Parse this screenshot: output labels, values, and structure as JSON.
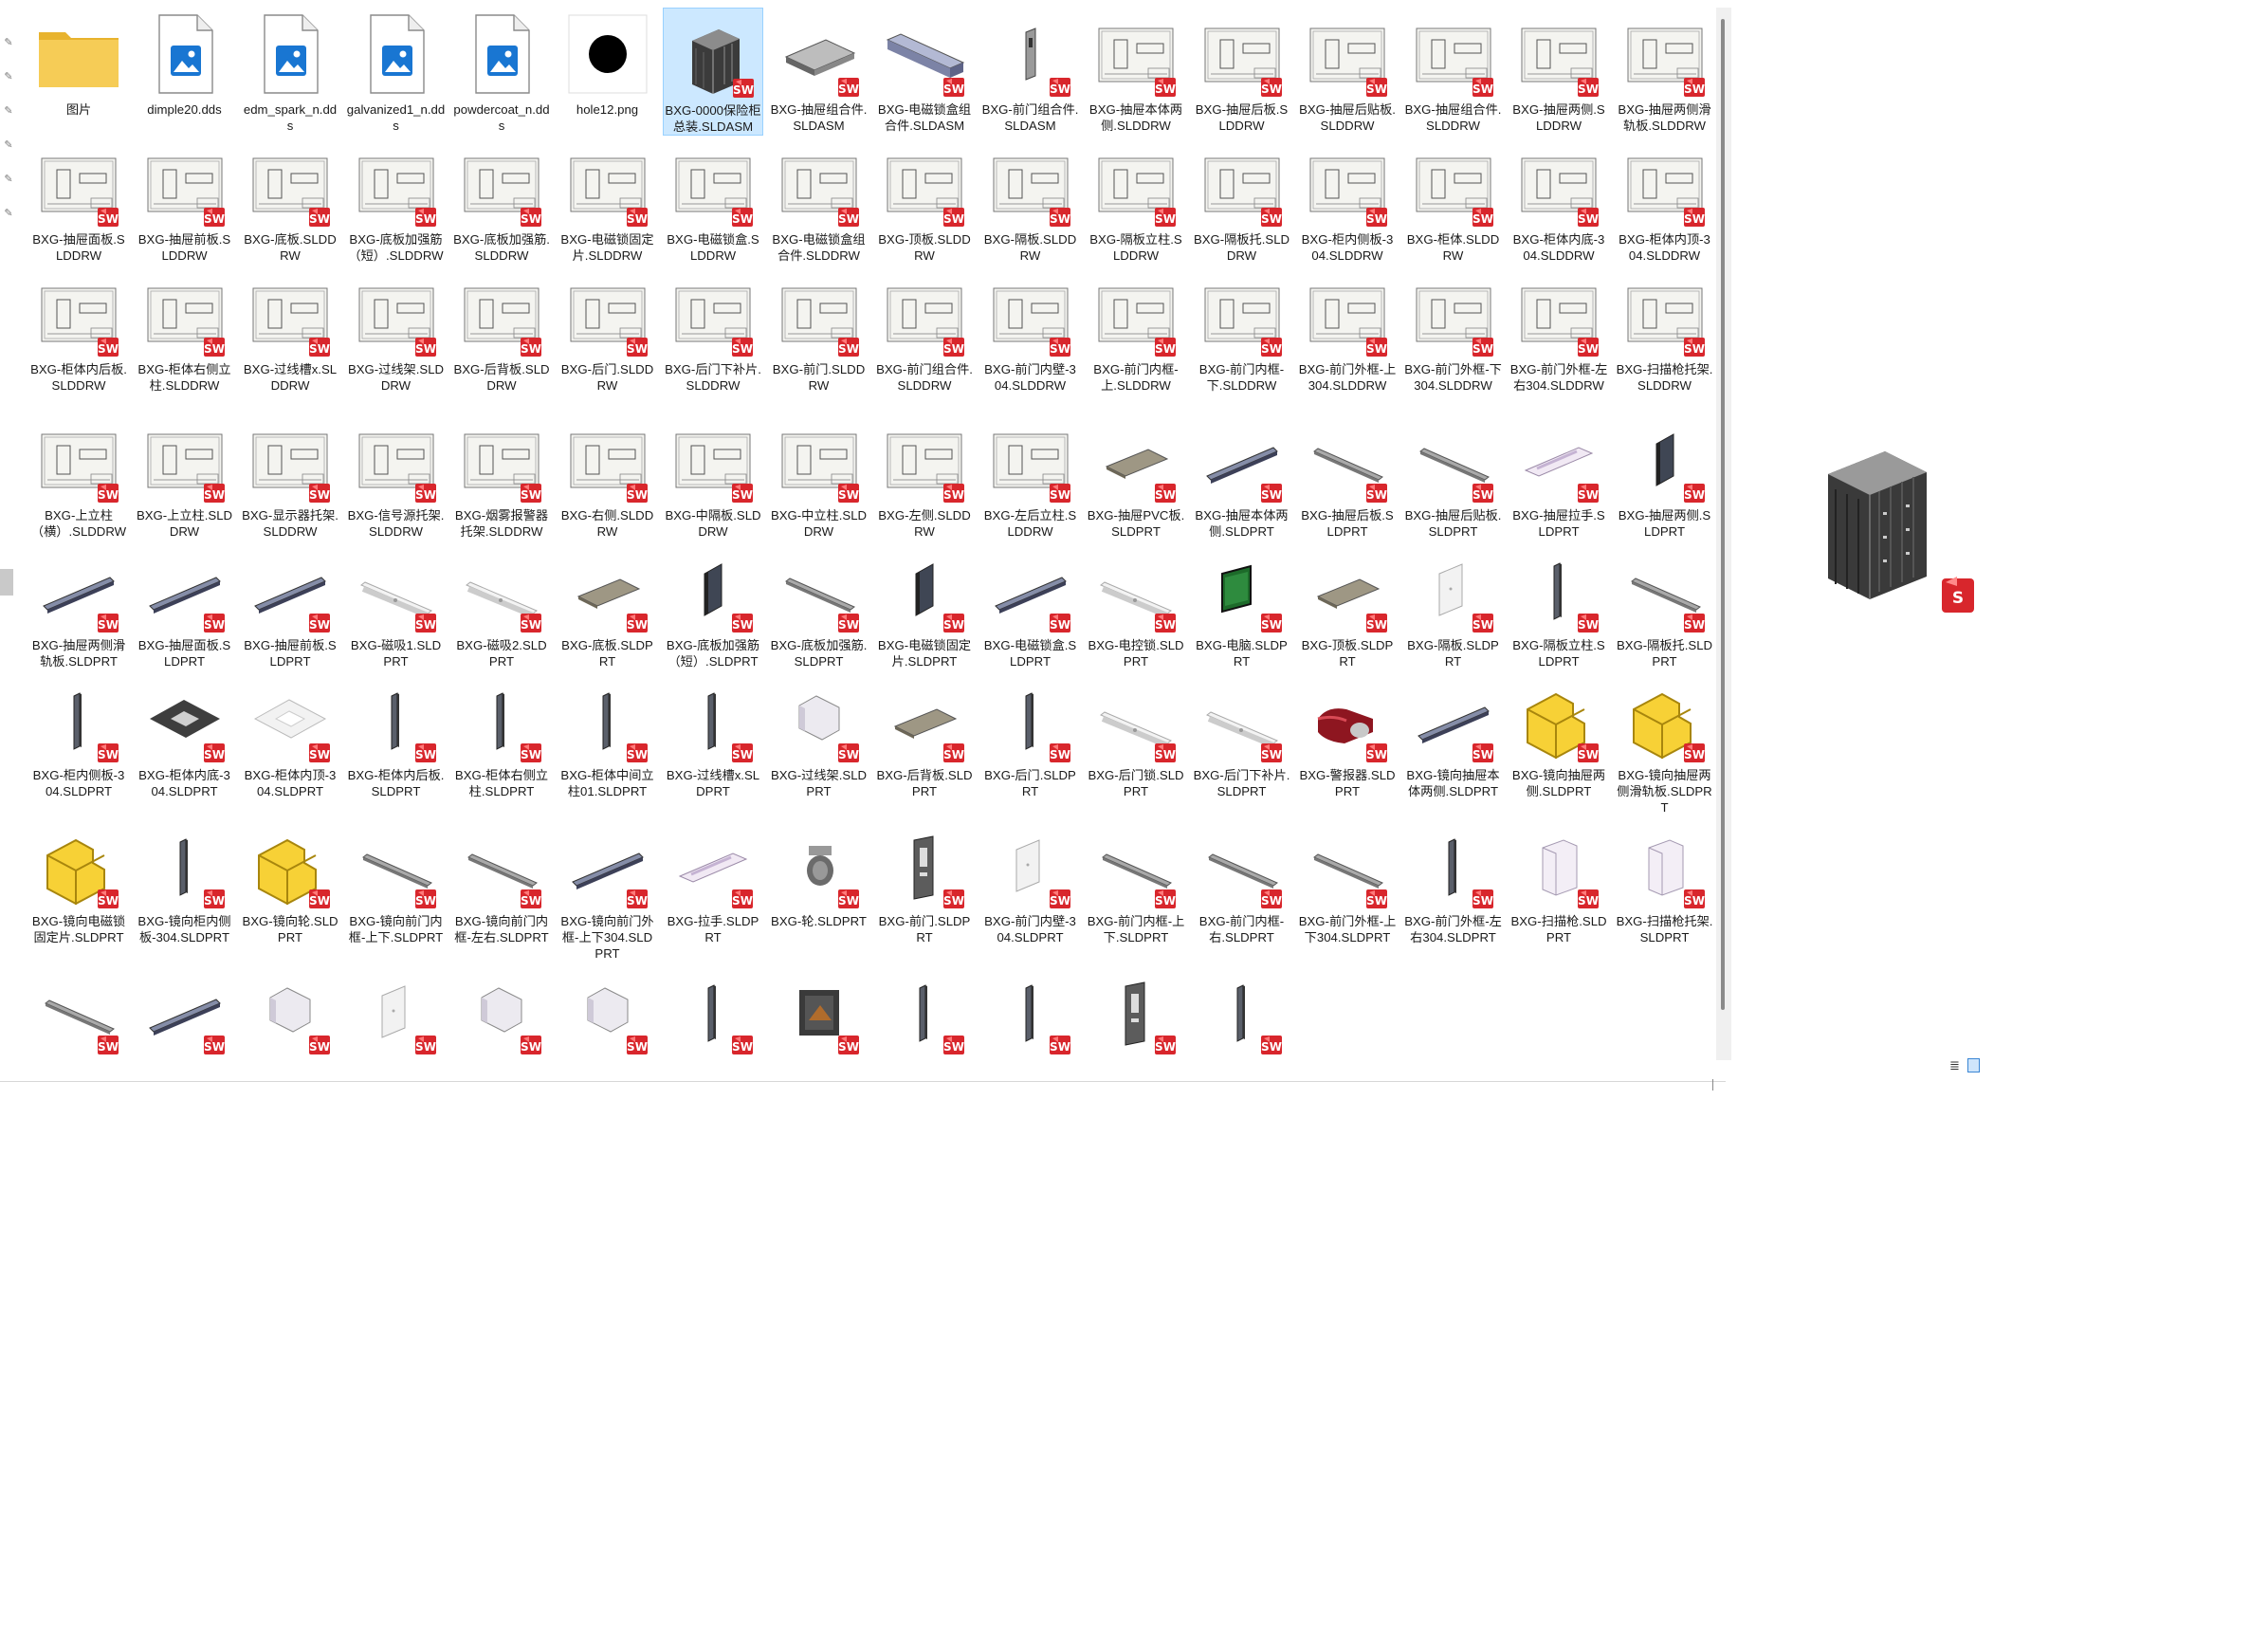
{
  "quick_access_pins": [
    "pin-icon",
    "pin-icon",
    "pin-icon",
    "pin-icon",
    "pin-icon",
    "pin-icon"
  ],
  "files": [
    {
      "name": "图片",
      "icon": "folder-icon"
    },
    {
      "name": "dimple20.dds",
      "icon": "image-file-icon"
    },
    {
      "name": "edm_spark_n.dds",
      "icon": "image-file-icon"
    },
    {
      "name": "galvanized1_n.dds",
      "icon": "image-file-icon"
    },
    {
      "name": "powdercoat_n.dds",
      "icon": "image-file-icon"
    },
    {
      "name": "hole12.png",
      "icon": "black-circle-image-icon"
    },
    {
      "name": "BXG-0000保险柜总装.SLDASM",
      "icon": "assembly-cabinet-icon",
      "selected": true
    },
    {
      "name": "BXG-抽屉组合件.SLDASM",
      "icon": "assembly-tray-icon"
    },
    {
      "name": "BXG-电磁锁盒组合件.SLDASM",
      "icon": "assembly-box-icon"
    },
    {
      "name": "BXG-前门组合件.SLDASM",
      "icon": "assembly-door-icon"
    },
    {
      "name": "BXG-抽屉本体两侧.SLDDRW",
      "icon": "drawing-icon"
    },
    {
      "name": "BXG-抽屉后板.SLDDRW",
      "icon": "drawing-icon"
    },
    {
      "name": "BXG-抽屉后贴板.SLDDRW",
      "icon": "drawing-icon"
    },
    {
      "name": "BXG-抽屉组合件.SLDDRW",
      "icon": "drawing-icon"
    },
    {
      "name": "BXG-抽屉两侧.SLDDRW",
      "icon": "drawing-icon"
    },
    {
      "name": "BXG-抽屉两侧滑轨板.SLDDRW",
      "icon": "drawing-icon"
    },
    {
      "name": "BXG-抽屉面板.SLDDRW",
      "icon": "drawing-icon"
    },
    {
      "name": "BXG-抽屉前板.SLDDRW",
      "icon": "drawing-icon"
    },
    {
      "name": "BXG-底板.SLDDRW",
      "icon": "drawing-icon"
    },
    {
      "name": "BXG-底板加强筋（短）.SLDDRW",
      "icon": "drawing-icon"
    },
    {
      "name": "BXG-底板加强筋.SLDDRW",
      "icon": "drawing-icon"
    },
    {
      "name": "BXG-电磁锁固定片.SLDDRW",
      "icon": "drawing-icon"
    },
    {
      "name": "BXG-电磁锁盒.SLDDRW",
      "icon": "drawing-icon"
    },
    {
      "name": "BXG-电磁锁盒组合件.SLDDRW",
      "icon": "drawing-icon"
    },
    {
      "name": "BXG-顶板.SLDDRW",
      "icon": "drawing-icon"
    },
    {
      "name": "BXG-隔板.SLDDRW",
      "icon": "drawing-icon"
    },
    {
      "name": "BXG-隔板立柱.SLDDRW",
      "icon": "drawing-icon"
    },
    {
      "name": "BXG-隔板托.SLDDRW",
      "icon": "drawing-icon"
    },
    {
      "name": "BXG-柜内侧板-304.SLDDRW",
      "icon": "drawing-icon"
    },
    {
      "name": "BXG-柜体.SLDDRW",
      "icon": "drawing-icon"
    },
    {
      "name": "BXG-柜体内底-304.SLDDRW",
      "icon": "drawing-icon"
    },
    {
      "name": "BXG-柜体内顶-304.SLDDRW",
      "icon": "drawing-icon"
    },
    {
      "name": "BXG-柜体内后板.SLDDRW",
      "icon": "drawing-icon"
    },
    {
      "name": "BXG-柜体右侧立柱.SLDDRW",
      "icon": "drawing-icon"
    },
    {
      "name": "BXG-过线槽x.SLDDRW",
      "icon": "drawing-icon"
    },
    {
      "name": "BXG-过线架.SLDDRW",
      "icon": "drawing-icon"
    },
    {
      "name": "BXG-后背板.SLDDRW",
      "icon": "drawing-icon"
    },
    {
      "name": "BXG-后门.SLDDRW",
      "icon": "drawing-icon"
    },
    {
      "name": "BXG-后门下补片.SLDDRW",
      "icon": "drawing-icon"
    },
    {
      "name": "BXG-前门.SLDDRW",
      "icon": "drawing-icon"
    },
    {
      "name": "BXG-前门组合件.SLDDRW",
      "icon": "drawing-icon"
    },
    {
      "name": "BXG-前门内壁-304.SLDDRW",
      "icon": "drawing-icon"
    },
    {
      "name": "BXG-前门内框-上.SLDDRW",
      "icon": "drawing-icon"
    },
    {
      "name": "BXG-前门内框-下.SLDDRW",
      "icon": "drawing-icon"
    },
    {
      "name": "BXG-前门外框-上304.SLDDRW",
      "icon": "drawing-icon"
    },
    {
      "name": "BXG-前门外框-下304.SLDDRW",
      "icon": "drawing-icon"
    },
    {
      "name": "BXG-前门外框-左右304.SLDDRW",
      "icon": "drawing-icon"
    },
    {
      "name": "BXG-扫描枪托架.SLDDRW",
      "icon": "drawing-icon"
    },
    {
      "name": "BXG-上立柱（横）.SLDDRW",
      "icon": "drawing-icon"
    },
    {
      "name": "BXG-上立柱.SLDDRW",
      "icon": "drawing-icon"
    },
    {
      "name": "BXG-显示器托架.SLDDRW",
      "icon": "drawing-icon"
    },
    {
      "name": "BXG-信号源托架.SLDDRW",
      "icon": "drawing-icon"
    },
    {
      "name": "BXG-烟雾报警器托架.SLDDRW",
      "icon": "drawing-icon"
    },
    {
      "name": "BXG-右侧.SLDDRW",
      "icon": "drawing-icon"
    },
    {
      "name": "BXG-中隔板.SLDDRW",
      "icon": "drawing-icon"
    },
    {
      "name": "BXG-中立柱.SLDDRW",
      "icon": "drawing-icon"
    },
    {
      "name": "BXG-左侧.SLDDRW",
      "icon": "drawing-icon"
    },
    {
      "name": "BXG-左后立柱.SLDDRW",
      "icon": "drawing-icon"
    },
    {
      "name": "BXG-抽屉PVC板.SLDPRT",
      "icon": "part-plate-icon"
    },
    {
      "name": "BXG-抽屉本体两侧.SLDPRT",
      "icon": "part-rail-icon"
    },
    {
      "name": "BXG-抽屉后板.SLDPRT",
      "icon": "part-bar-icon"
    },
    {
      "name": "BXG-抽屉后贴板.SLDPRT",
      "icon": "part-bar-icon"
    },
    {
      "name": "BXG-抽屉拉手.SLDPRT",
      "icon": "part-handle-icon"
    },
    {
      "name": "BXG-抽屉两侧.SLDPRT",
      "icon": "part-panel-icon"
    },
    {
      "name": "BXG-抽屉两侧滑轨板.SLDPRT",
      "icon": "part-rail-icon"
    },
    {
      "name": "BXG-抽屉面板.SLDPRT",
      "icon": "part-rail-icon"
    },
    {
      "name": "BXG-抽屉前板.SLDPRT",
      "icon": "part-rail-icon"
    },
    {
      "name": "BXG-磁吸1.SLDPRT",
      "icon": "part-strip-icon"
    },
    {
      "name": "BXG-磁吸2.SLDPRT",
      "icon": "part-strip-icon"
    },
    {
      "name": "BXG-底板.SLDPRT",
      "icon": "part-plate-icon"
    },
    {
      "name": "BXG-底板加强筋（短）.SLDPRT",
      "icon": "part-panel-icon"
    },
    {
      "name": "BXG-底板加强筋.SLDPRT",
      "icon": "part-bar-icon"
    },
    {
      "name": "BXG-电磁锁固定片.SLDPRT",
      "icon": "part-panel-icon"
    },
    {
      "name": "BXG-电磁锁盒.SLDPRT",
      "icon": "part-rail-icon"
    },
    {
      "name": "BXG-电控锁.SLDPRT",
      "icon": "part-strip-icon"
    },
    {
      "name": "BXG-电脑.SLDPRT",
      "icon": "part-screen-icon"
    },
    {
      "name": "BXG-顶板.SLDPRT",
      "icon": "part-plate-icon"
    },
    {
      "name": "BXG-隔板.SLDPRT",
      "icon": "part-sheet-icon"
    },
    {
      "name": "BXG-隔板立柱.SLDPRT",
      "icon": "part-post-icon"
    },
    {
      "name": "BXG-隔板托.SLDPRT",
      "icon": "part-bar-icon"
    },
    {
      "name": "BXG-柜内侧板-304.SLDPRT",
      "icon": "part-post-icon"
    },
    {
      "name": "BXG-柜体内底-304.SLDPRT",
      "icon": "part-square-icon"
    },
    {
      "name": "BXG-柜体内顶-304.SLDPRT",
      "icon": "part-square-light-icon"
    },
    {
      "name": "BXG-柜体内后板.SLDPRT",
      "icon": "part-post-icon"
    },
    {
      "name": "BXG-柜体右侧立柱.SLDPRT",
      "icon": "part-post-icon"
    },
    {
      "name": "BXG-柜体中间立柱01.SLDPRT",
      "icon": "part-post-icon"
    },
    {
      "name": "BXG-过线槽x.SLDPRT",
      "icon": "part-post-icon"
    },
    {
      "name": "BXG-过线架.SLDPRT",
      "icon": "part-bracket-icon"
    },
    {
      "name": "BXG-后背板.SLDPRT",
      "icon": "part-plate-icon"
    },
    {
      "name": "BXG-后门.SLDPRT",
      "icon": "part-post-icon"
    },
    {
      "name": "BXG-后门锁.SLDPRT",
      "icon": "part-strip-icon"
    },
    {
      "name": "BXG-后门下补片.SLDPRT",
      "icon": "part-strip-icon"
    },
    {
      "name": "BXG-警报器.SLDPRT",
      "icon": "part-alarm-icon"
    },
    {
      "name": "BXG-镜向抽屉本体两侧.SLDPRT",
      "icon": "part-rail-icon"
    },
    {
      "name": "BXG-镜向抽屉两侧.SLDPRT",
      "icon": "missing-preview-icon"
    },
    {
      "name": "BXG-镜向抽屉两侧滑轨板.SLDPRT",
      "icon": "missing-preview-icon"
    },
    {
      "name": "BXG-镜向电磁锁固定片.SLDPRT",
      "icon": "missing-preview-icon"
    },
    {
      "name": "BXG-镜向柜内侧板-304.SLDPRT",
      "icon": "part-post-icon"
    },
    {
      "name": "BXG-镜向轮.SLDPRT",
      "icon": "missing-preview-icon"
    },
    {
      "name": "BXG-镜向前门内框-上下.SLDPRT",
      "icon": "part-bar-icon"
    },
    {
      "name": "BXG-镜向前门内框-左右.SLDPRT",
      "icon": "part-bar-icon"
    },
    {
      "name": "BXG-镜向前门外框-上下304.SLDPRT",
      "icon": "part-rail-icon"
    },
    {
      "name": "BXG-拉手.SLDPRT",
      "icon": "part-handle-icon"
    },
    {
      "name": "BXG-轮.SLDPRT",
      "icon": "part-wheel-icon"
    },
    {
      "name": "BXG-前门.SLDPRT",
      "icon": "part-door-icon"
    },
    {
      "name": "BXG-前门内壁-304.SLDPRT",
      "icon": "part-sheet-icon"
    },
    {
      "name": "BXG-前门内框-上下.SLDPRT",
      "icon": "part-bar-icon"
    },
    {
      "name": "BXG-前门内框-右.SLDPRT",
      "icon": "part-bar-icon"
    },
    {
      "name": "BXG-前门外框-上下304.SLDPRT",
      "icon": "part-bar-icon"
    },
    {
      "name": "BXG-前门外框-左右304.SLDPRT",
      "icon": "part-post-icon"
    },
    {
      "name": "BXG-扫描枪.SLDPRT",
      "icon": "part-scanner-icon"
    },
    {
      "name": "BXG-扫描枪托架.SLDPRT",
      "icon": "part-scanner-icon"
    },
    {
      "name": "",
      "icon": "part-bar-icon"
    },
    {
      "name": "",
      "icon": "part-rail-icon"
    },
    {
      "name": "",
      "icon": "part-bracket-icon"
    },
    {
      "name": "",
      "icon": "part-sheet-icon"
    },
    {
      "name": "",
      "icon": "part-bracket-icon"
    },
    {
      "name": "",
      "icon": "part-bracket-icon"
    },
    {
      "name": "",
      "icon": "part-post-icon"
    },
    {
      "name": "",
      "icon": "part-box-icon"
    },
    {
      "name": "",
      "icon": "part-post-icon"
    },
    {
      "name": "",
      "icon": "part-post-icon"
    },
    {
      "name": "",
      "icon": "part-door-icon"
    },
    {
      "name": "",
      "icon": "part-post-icon"
    }
  ],
  "preview": {
    "icon": "assembly-cabinet-icon",
    "badge": "solidworks-badge-icon"
  },
  "view_buttons": {
    "details": "details-view-icon",
    "tiles": "large-icons-view-icon"
  },
  "colors": {
    "selection": "#cce8ff",
    "selection_border": "#99d1ff",
    "sw_red": "#d8262c",
    "folder": "#f4c542"
  }
}
